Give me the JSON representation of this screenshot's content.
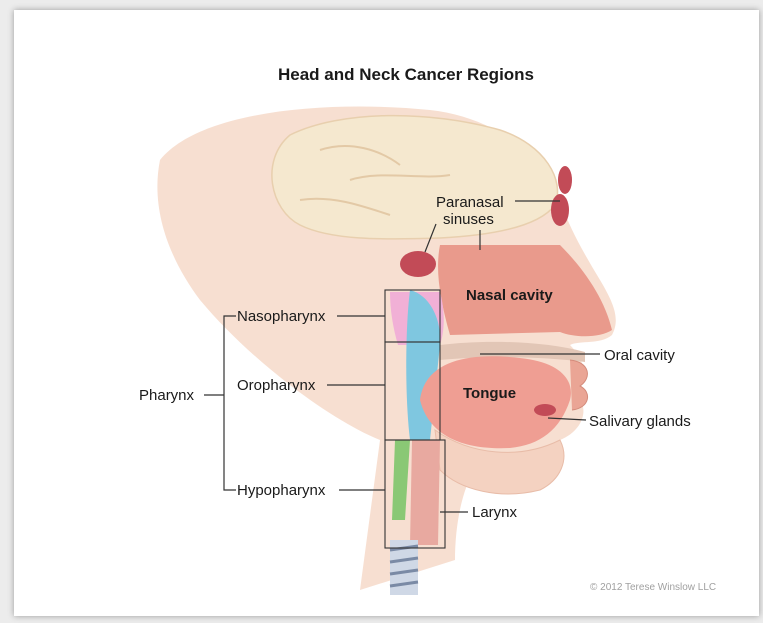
{
  "title": "Head and Neck Cancer Regions",
  "labels": {
    "paranasal_line1": "Paranasal",
    "paranasal_line2": "sinuses",
    "nasal_cavity": "Nasal cavity",
    "nasopharynx": "Nasopharynx",
    "oral_cavity": "Oral cavity",
    "pharynx": "Pharynx",
    "oropharynx": "Oropharynx",
    "tongue": "Tongue",
    "salivary_glands": "Salivary glands",
    "hypopharynx": "Hypopharynx",
    "larynx": "Larynx"
  },
  "copyright": "© 2012 Terese Winslow LLC",
  "colors": {
    "skin": "#f6d9c9",
    "brain": "#f7e6d3",
    "tissue": "#e99a8c",
    "nasopharynx": "#f1b0d6",
    "airway": "#7fc7e0",
    "hypopharynx_green": "#8ac875"
  }
}
